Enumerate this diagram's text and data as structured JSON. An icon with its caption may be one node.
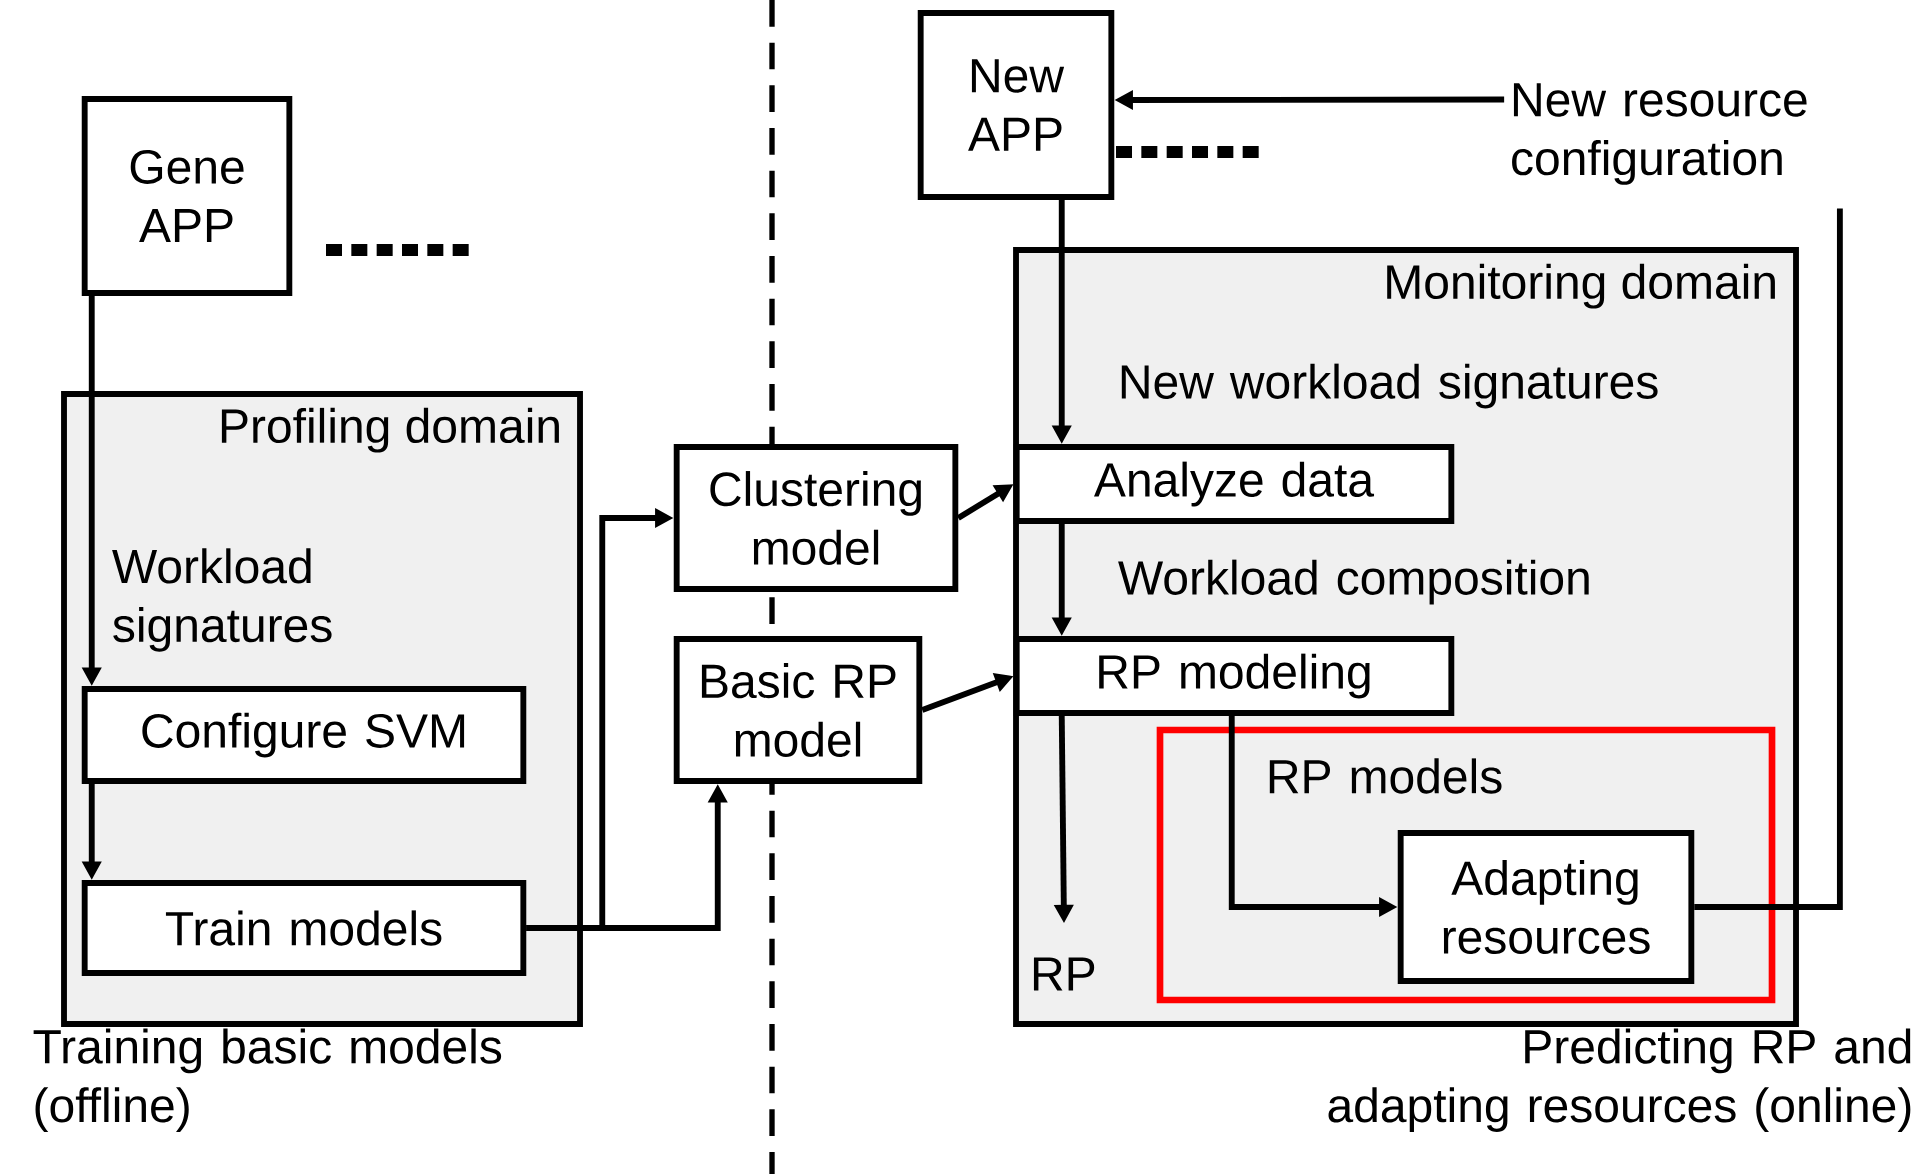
{
  "diagram": {
    "nodes": [
      {
        "text": [
          "Gene APP"
        ]
      },
      {
        "text": [
          "Profiling domain"
        ],
        "beside": [
          "Training basic models (offline)"
        ]
      },
      {
        "text": [
          "Configure SVM"
        ],
        "in": 1
      },
      {
        "text": [
          "Train models"
        ],
        "in": 1
      },
      {
        "text": [
          "Clustering model"
        ]
      },
      {
        "text": [
          "Basic RP model"
        ]
      },
      {
        "text": [
          "New APP"
        ]
      },
      {
        "text": [
          "Monitoring domain"
        ],
        "beside": [
          "Predicting RP and adapting resources (online)"
        ]
      },
      {
        "text": [
          "Analyze data"
        ],
        "in": 7
      },
      {
        "text": [
          "RP modeling"
        ],
        "in": 7
      },
      {
        "text": [
          "Adapting resources"
        ],
        "in": 7
      },
      {
        "text": [
          "New resource configuration"
        ]
      },
      {
        "text": [
          "RP"
        ],
        "in": 7
      }
    ],
    "edges": [
      {
        "from": 0,
        "to": 2,
        "arrow": "to",
        "label": "Workload signatures"
      },
      {
        "from": 2,
        "to": 3,
        "arrow": "to"
      },
      {
        "from": 3,
        "to": 4,
        "arrow": "to"
      },
      {
        "from": 3,
        "to": 5,
        "arrow": "to"
      },
      {
        "from": 4,
        "to": 8,
        "arrow": "to"
      },
      {
        "from": 5,
        "to": 9,
        "arrow": "to"
      },
      {
        "from": 6,
        "to": 8,
        "arrow": "to",
        "label": "New workload signatures"
      },
      {
        "from": 8,
        "to": 9,
        "arrow": "to",
        "label": "Workload composition"
      },
      {
        "from": 9,
        "to": 12,
        "arrow": "to"
      },
      {
        "from": 9,
        "to": 10,
        "arrow": "to",
        "label": "RP models"
      },
      {
        "from": 10,
        "to": 11,
        "arrow": "none"
      },
      {
        "from": 11,
        "to": 6,
        "arrow": "to"
      }
    ]
  }
}
